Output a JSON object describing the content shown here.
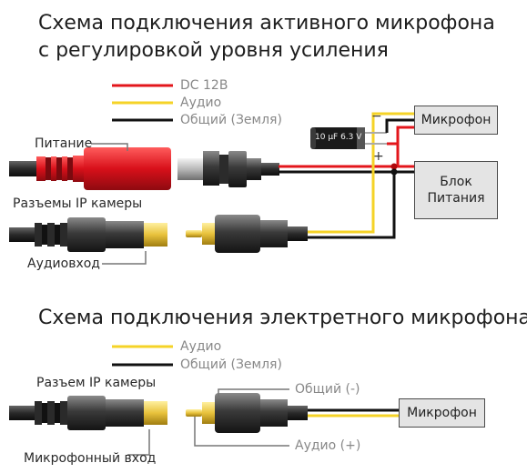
{
  "section1": {
    "title_line1": "Схема подключения активного микрофона",
    "title_line2": "с регулировкой уровня усиления",
    "legend": [
      {
        "label": "DC 12В",
        "color": "#e3161b"
      },
      {
        "label": "Аудио",
        "color": "#f5d327"
      },
      {
        "label": "Общий (Земля)",
        "color": "#111111"
      }
    ],
    "labels": {
      "power": "Питание",
      "ip_camera_connectors": "Разъемы IP камеры",
      "audio_input": "Аудиовход",
      "capacitor": "10 µF 6.3 V",
      "cap_minus": "−",
      "cap_plus": "+"
    },
    "boxes": {
      "microphone": "Микрофон",
      "power_supply": "Блок Питания"
    }
  },
  "section2": {
    "title": "Схема подключения электретного микрофона",
    "legend": [
      {
        "label": "Аудио",
        "color": "#f5d327"
      },
      {
        "label": "Общий (Земля)",
        "color": "#111111"
      }
    ],
    "labels": {
      "ip_camera_connector": "Разъем IP камеры",
      "mic_input": "Микрофонный вход",
      "common": "Общий (-)",
      "audio": "Аудио (+)"
    },
    "boxes": {
      "microphone": "Микрофон"
    }
  },
  "colors": {
    "red": "#e3161b",
    "yellow": "#f5d327",
    "black": "#111111",
    "box_fill": "#e4e4e4",
    "gold": "#e8c23c"
  }
}
